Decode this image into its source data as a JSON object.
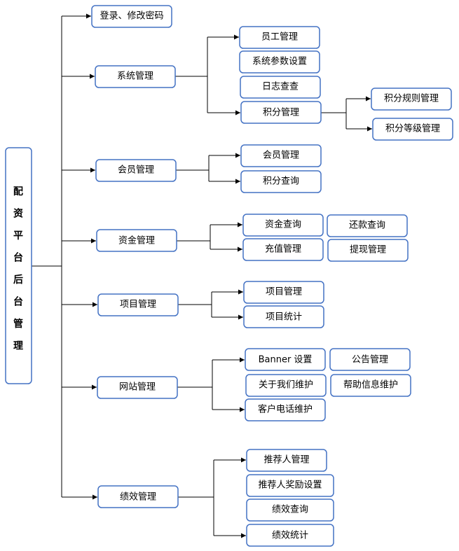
{
  "root": "配资平台后台管理",
  "top_item": "登录、修改密码",
  "groups": [
    {
      "name": "系统管理",
      "children": [
        "员工管理",
        "系统参数设置",
        "日志查查",
        "积分管理"
      ],
      "sub": {
        "parent": "积分管理",
        "children": [
          "积分规则管理",
          "积分等级管理"
        ]
      }
    },
    {
      "name": "会员管理",
      "children": [
        "会员管理",
        "积分查询"
      ]
    },
    {
      "name": "资金管理",
      "children": [
        "资金查询",
        "充值管理"
      ],
      "extra": [
        "还款查询",
        "提现管理"
      ]
    },
    {
      "name": "项目管理",
      "children": [
        "项目管理",
        "项目统计"
      ]
    },
    {
      "name": "网站管理",
      "children": [
        "Banner 设置",
        "关于我们维护",
        "客户电话维护"
      ],
      "extra": [
        "公告管理",
        "帮助信息维护"
      ]
    },
    {
      "name": "绩效管理",
      "children": [
        "推荐人管理",
        "推荐人奖励设置",
        "绩效查询",
        "绩效统计"
      ]
    }
  ]
}
